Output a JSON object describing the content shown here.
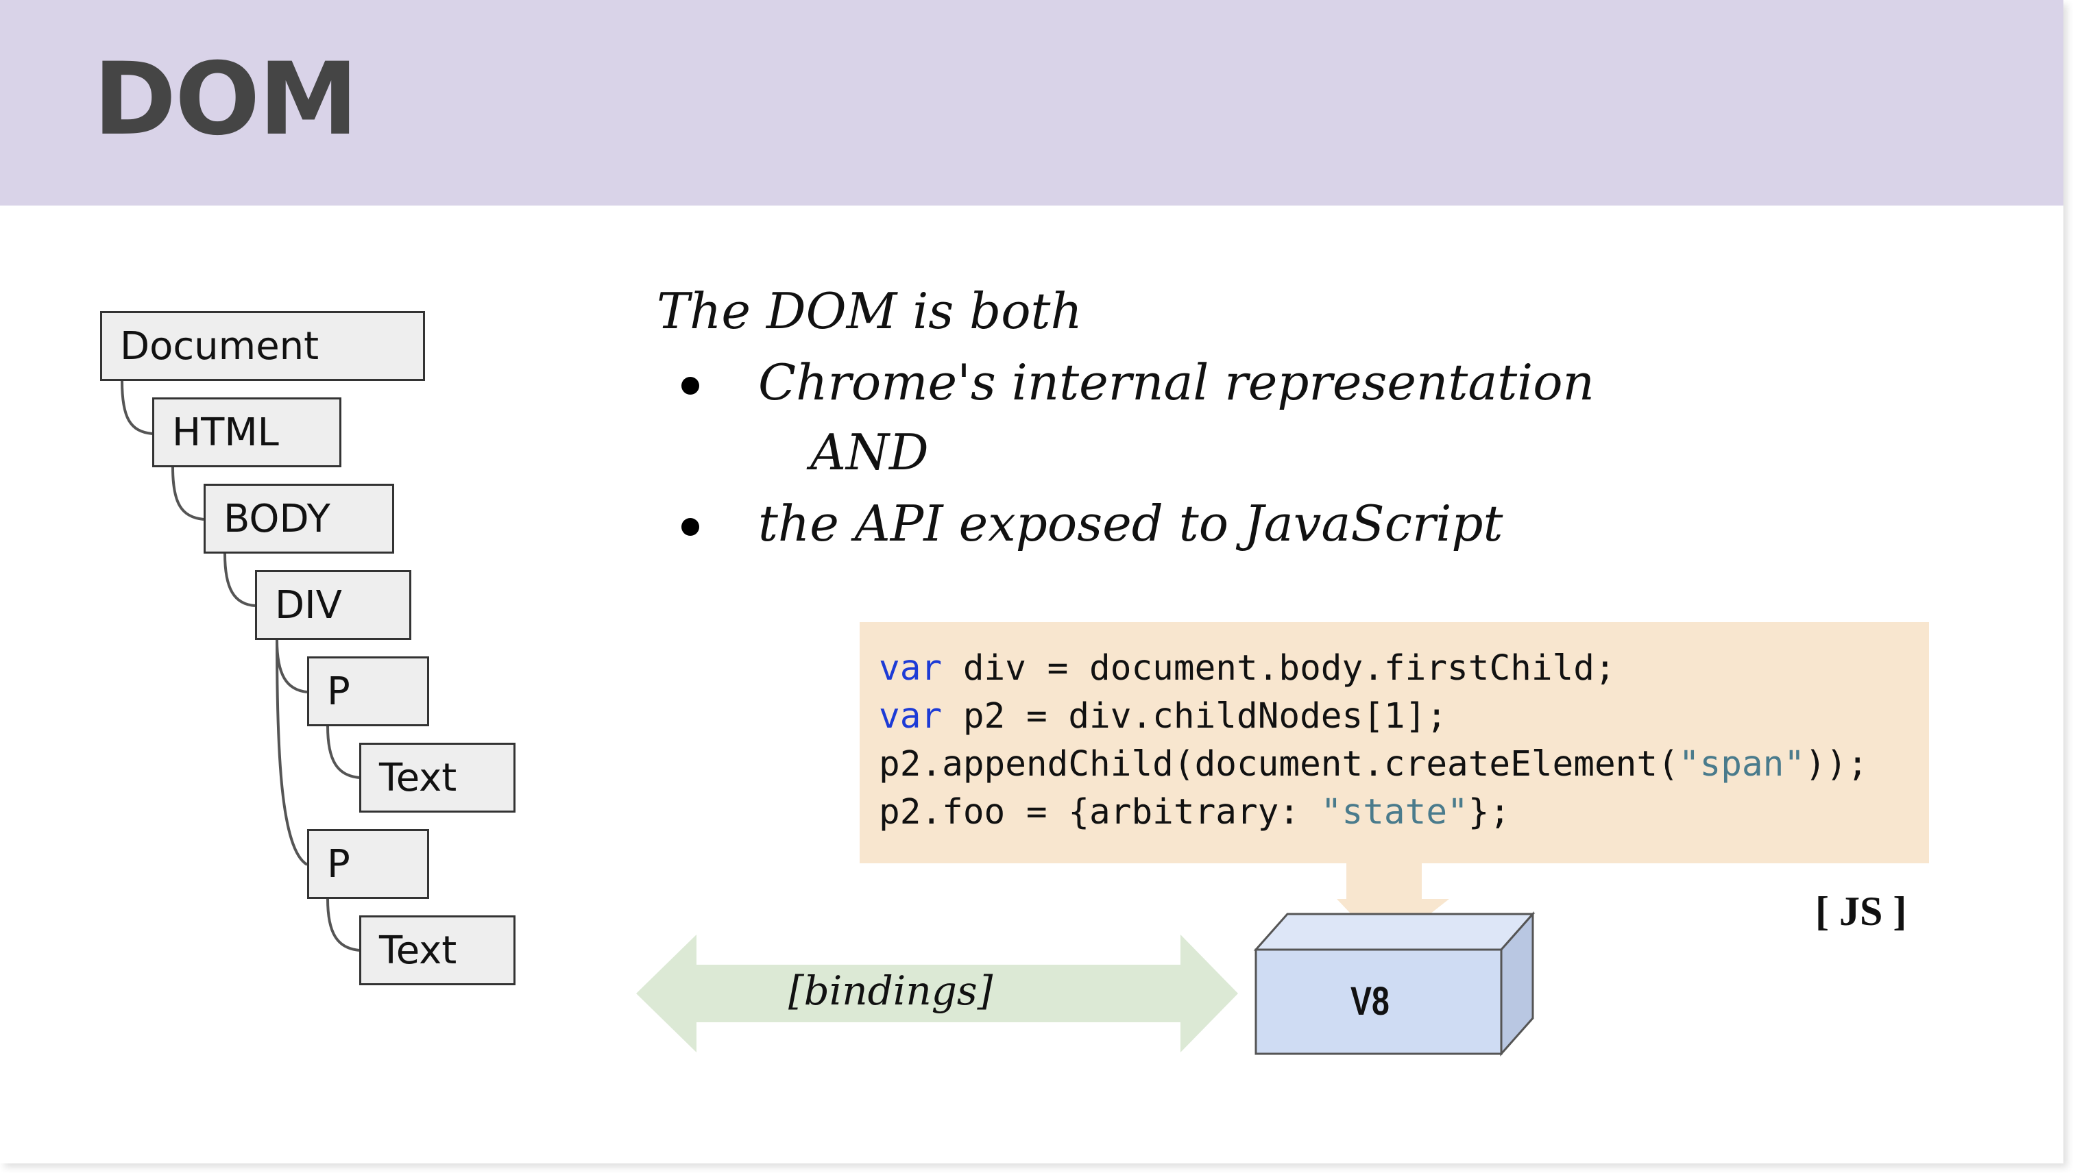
{
  "slide": {
    "title": "DOM"
  },
  "tree": {
    "nodes": [
      "Document",
      "HTML",
      "BODY",
      "DIV",
      "P",
      "Text",
      "P",
      "Text"
    ]
  },
  "description": {
    "intro": "The DOM is both",
    "bullet1": "Chrome's internal representation",
    "connector": "AND",
    "bullet2": "the API exposed to JavaScript"
  },
  "code": {
    "line1": {
      "kw": "var",
      "rest": " div = document.body.firstChild;"
    },
    "line2": {
      "kw": "var",
      "rest": " p2 = div.childNodes[1];"
    },
    "line3": {
      "pre": "p2.appendChild(document.createElement(",
      "str": "\"span\"",
      "post": "));"
    },
    "line4": {
      "pre": "p2.foo = {arbitrary: ",
      "str": "\"state\"",
      "post": "};"
    }
  },
  "diagram": {
    "bindings_label": "[bindings]",
    "engine_label": "V8",
    "js_label": "[ JS ]"
  },
  "colors": {
    "header_bg": "#d9d3e8",
    "code_bg": "#f8e6cf",
    "keyword": "#1d3bd6",
    "string": "#4a7b8c",
    "bindings_arrow": "#dce9d5",
    "v8_box": "#cfdcf3"
  }
}
